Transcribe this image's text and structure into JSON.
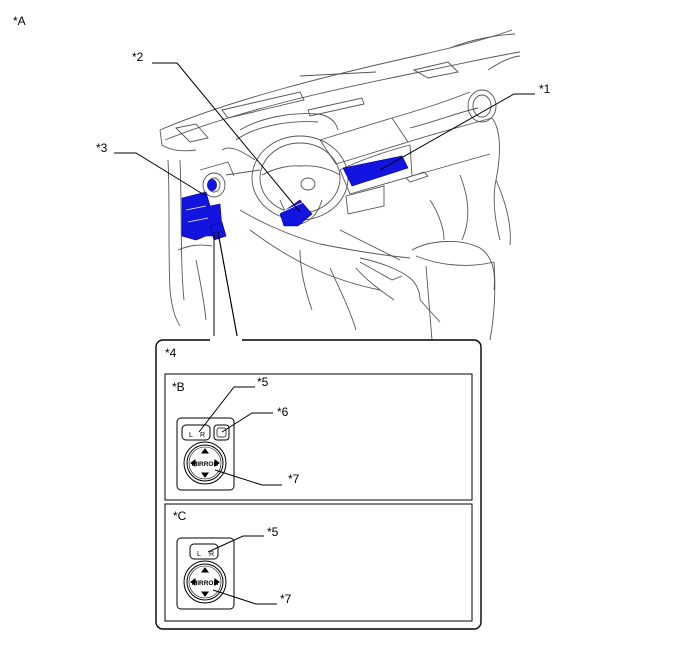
{
  "figure": {
    "label_a": "*A",
    "callouts": {
      "c1": "*1",
      "c2": "*2",
      "c3": "*3",
      "c4": "*4"
    },
    "detail_b": {
      "label": "*B",
      "c5": "*5",
      "c6": "*6",
      "c7": "*7",
      "key_l": "L",
      "key_r": "R",
      "mirror_text": "MIRROR"
    },
    "detail_c": {
      "label": "*C",
      "c5": "*5",
      "c7": "*7",
      "key_l": "L",
      "key_r": "R",
      "mirror_text": "MIRROR"
    },
    "highlight_color": "#1414e0",
    "line_color": "#000000",
    "sketch_color": "#555555"
  }
}
